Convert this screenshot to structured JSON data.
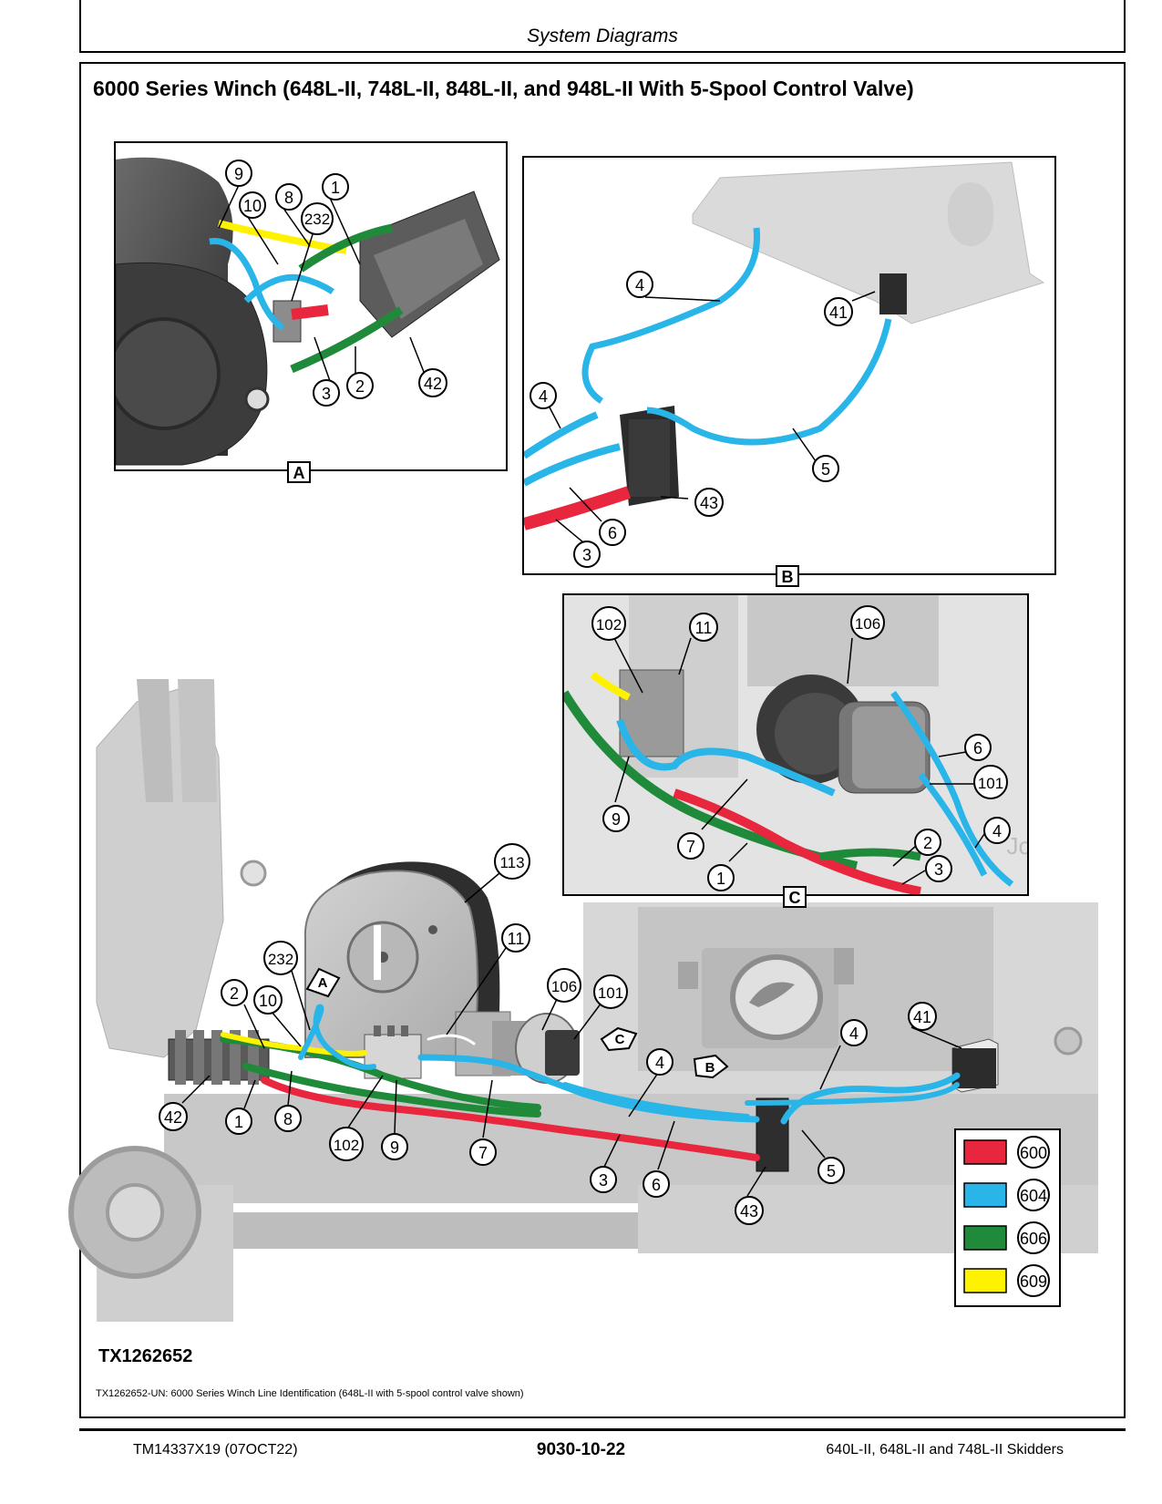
{
  "header": {
    "title": "System Diagrams"
  },
  "section_title": "6000 Series Winch (648L-II, 748L-II, 848L-II, and 948L-II With 5-Spool Control Valve)",
  "views": {
    "a": "A",
    "b": "B",
    "c": "C"
  },
  "callouts": {
    "c1": "1",
    "c2": "2",
    "c3": "3",
    "c4": "4",
    "c5": "5",
    "c6": "6",
    "c7": "7",
    "c8": "8",
    "c9": "9",
    "c10": "10",
    "c11": "11",
    "c41": "41",
    "c42": "42",
    "c43": "43",
    "c101": "101",
    "c102": "102",
    "c106": "106",
    "c113": "113",
    "c232": "232"
  },
  "legend": [
    {
      "code": "600",
      "color": "#E8263E"
    },
    {
      "code": "604",
      "color": "#29B5E8"
    },
    {
      "code": "606",
      "color": "#1F8B3A"
    },
    {
      "code": "609",
      "color": "#FFF200"
    }
  ],
  "brand_text": "Jo",
  "figure_id": "TX1262652",
  "caption": "TX1262652-UN: 6000 Series Winch Line Identification (648L-II with 5-spool control valve shown)",
  "footer": {
    "left": "TM14337X19 (07OCT22)",
    "center": "9030-10-22",
    "right": "640L-II, 648L-II and 748L-II Skidders"
  }
}
